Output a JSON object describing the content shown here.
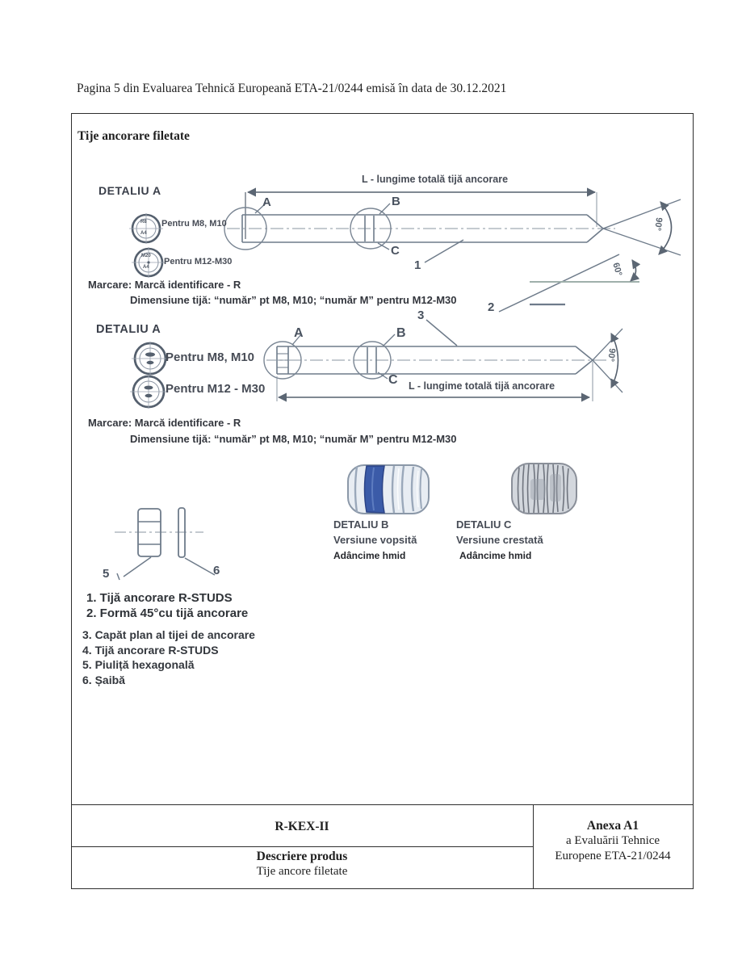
{
  "page": {
    "header": "Pagina 5 din Evaluarea Tehnică Europeană ETA-21/0244 emisă în data de 30.12.2021",
    "box_title": "Tije ancorare filetate"
  },
  "drawing1": {
    "detaliu": "DETALIU A",
    "dim_label": "L - lungime totală tijă ancorare",
    "pentru_m8": "Pentru M8, M10",
    "pentru_m12": "Pentru M12-M30",
    "label_a": "A",
    "label_b": "B",
    "label_c": "C",
    "callout_1": "1",
    "callout_2": "2",
    "angle_90": "90°",
    "angle_60": "60°",
    "stamp1_top": "R8",
    "stamp1_bottom": "A4",
    "stamp2_top": "M20",
    "stamp2_bottom": "A4"
  },
  "marcare1": {
    "line1": "Marcare: Marcă identificare - R",
    "line2": "Dimensiune tijă: “număr” pt  M8, M10; “număr M” pentru M12-M30"
  },
  "drawing2": {
    "detaliu": "DETALIU A",
    "pentru_m8": "Pentru M8, M10",
    "pentru_m12": "Pentru M12 - M30",
    "label_a": "A",
    "label_b": "B",
    "label_c": "C",
    "callout_3": "3",
    "angle_90": "90°",
    "dim_label": "L - lungime totală tijă ancorare"
  },
  "marcare2": {
    "line1": "Marcare: Marcă identificare - R",
    "line2": "Dimensiune tijă: “număr” pt  M8, M10; “număr M” pentru M12-M30"
  },
  "detail_b": {
    "title": "DETALIU B",
    "subtitle": "Versiune vopsită",
    "depth": "Adâncime hmid"
  },
  "detail_c": {
    "title": "DETALIU C",
    "subtitle": "Versiune crestată",
    "depth": "Adâncime hmid"
  },
  "nut_drawing": {
    "callout_5": "5",
    "callout_6": "6"
  },
  "legend_top": {
    "items": [
      "1. Tijă ancorare R-STUDS",
      "2. Formă 45°cu tijă ancorare"
    ]
  },
  "legend_bottom": {
    "items": [
      "3. Capăt plan al tijei de ancorare",
      "4. Tijă ancorare R-STUDS",
      "5. Piuliță hexagonală",
      "6. Șaibă"
    ]
  },
  "footer_table": {
    "product": "R-KEX-II",
    "section_title": "Descriere produs",
    "section_subtitle": "Tije ancore filetate",
    "annex_title": "Anexa A1",
    "annex_line2": "a Evaluării Tehnice",
    "annex_line3": "Europene ETA-21/0244"
  },
  "colors": {
    "drawing_line": "#6e7b8a",
    "paint_blue": "#3b5ba8"
  }
}
